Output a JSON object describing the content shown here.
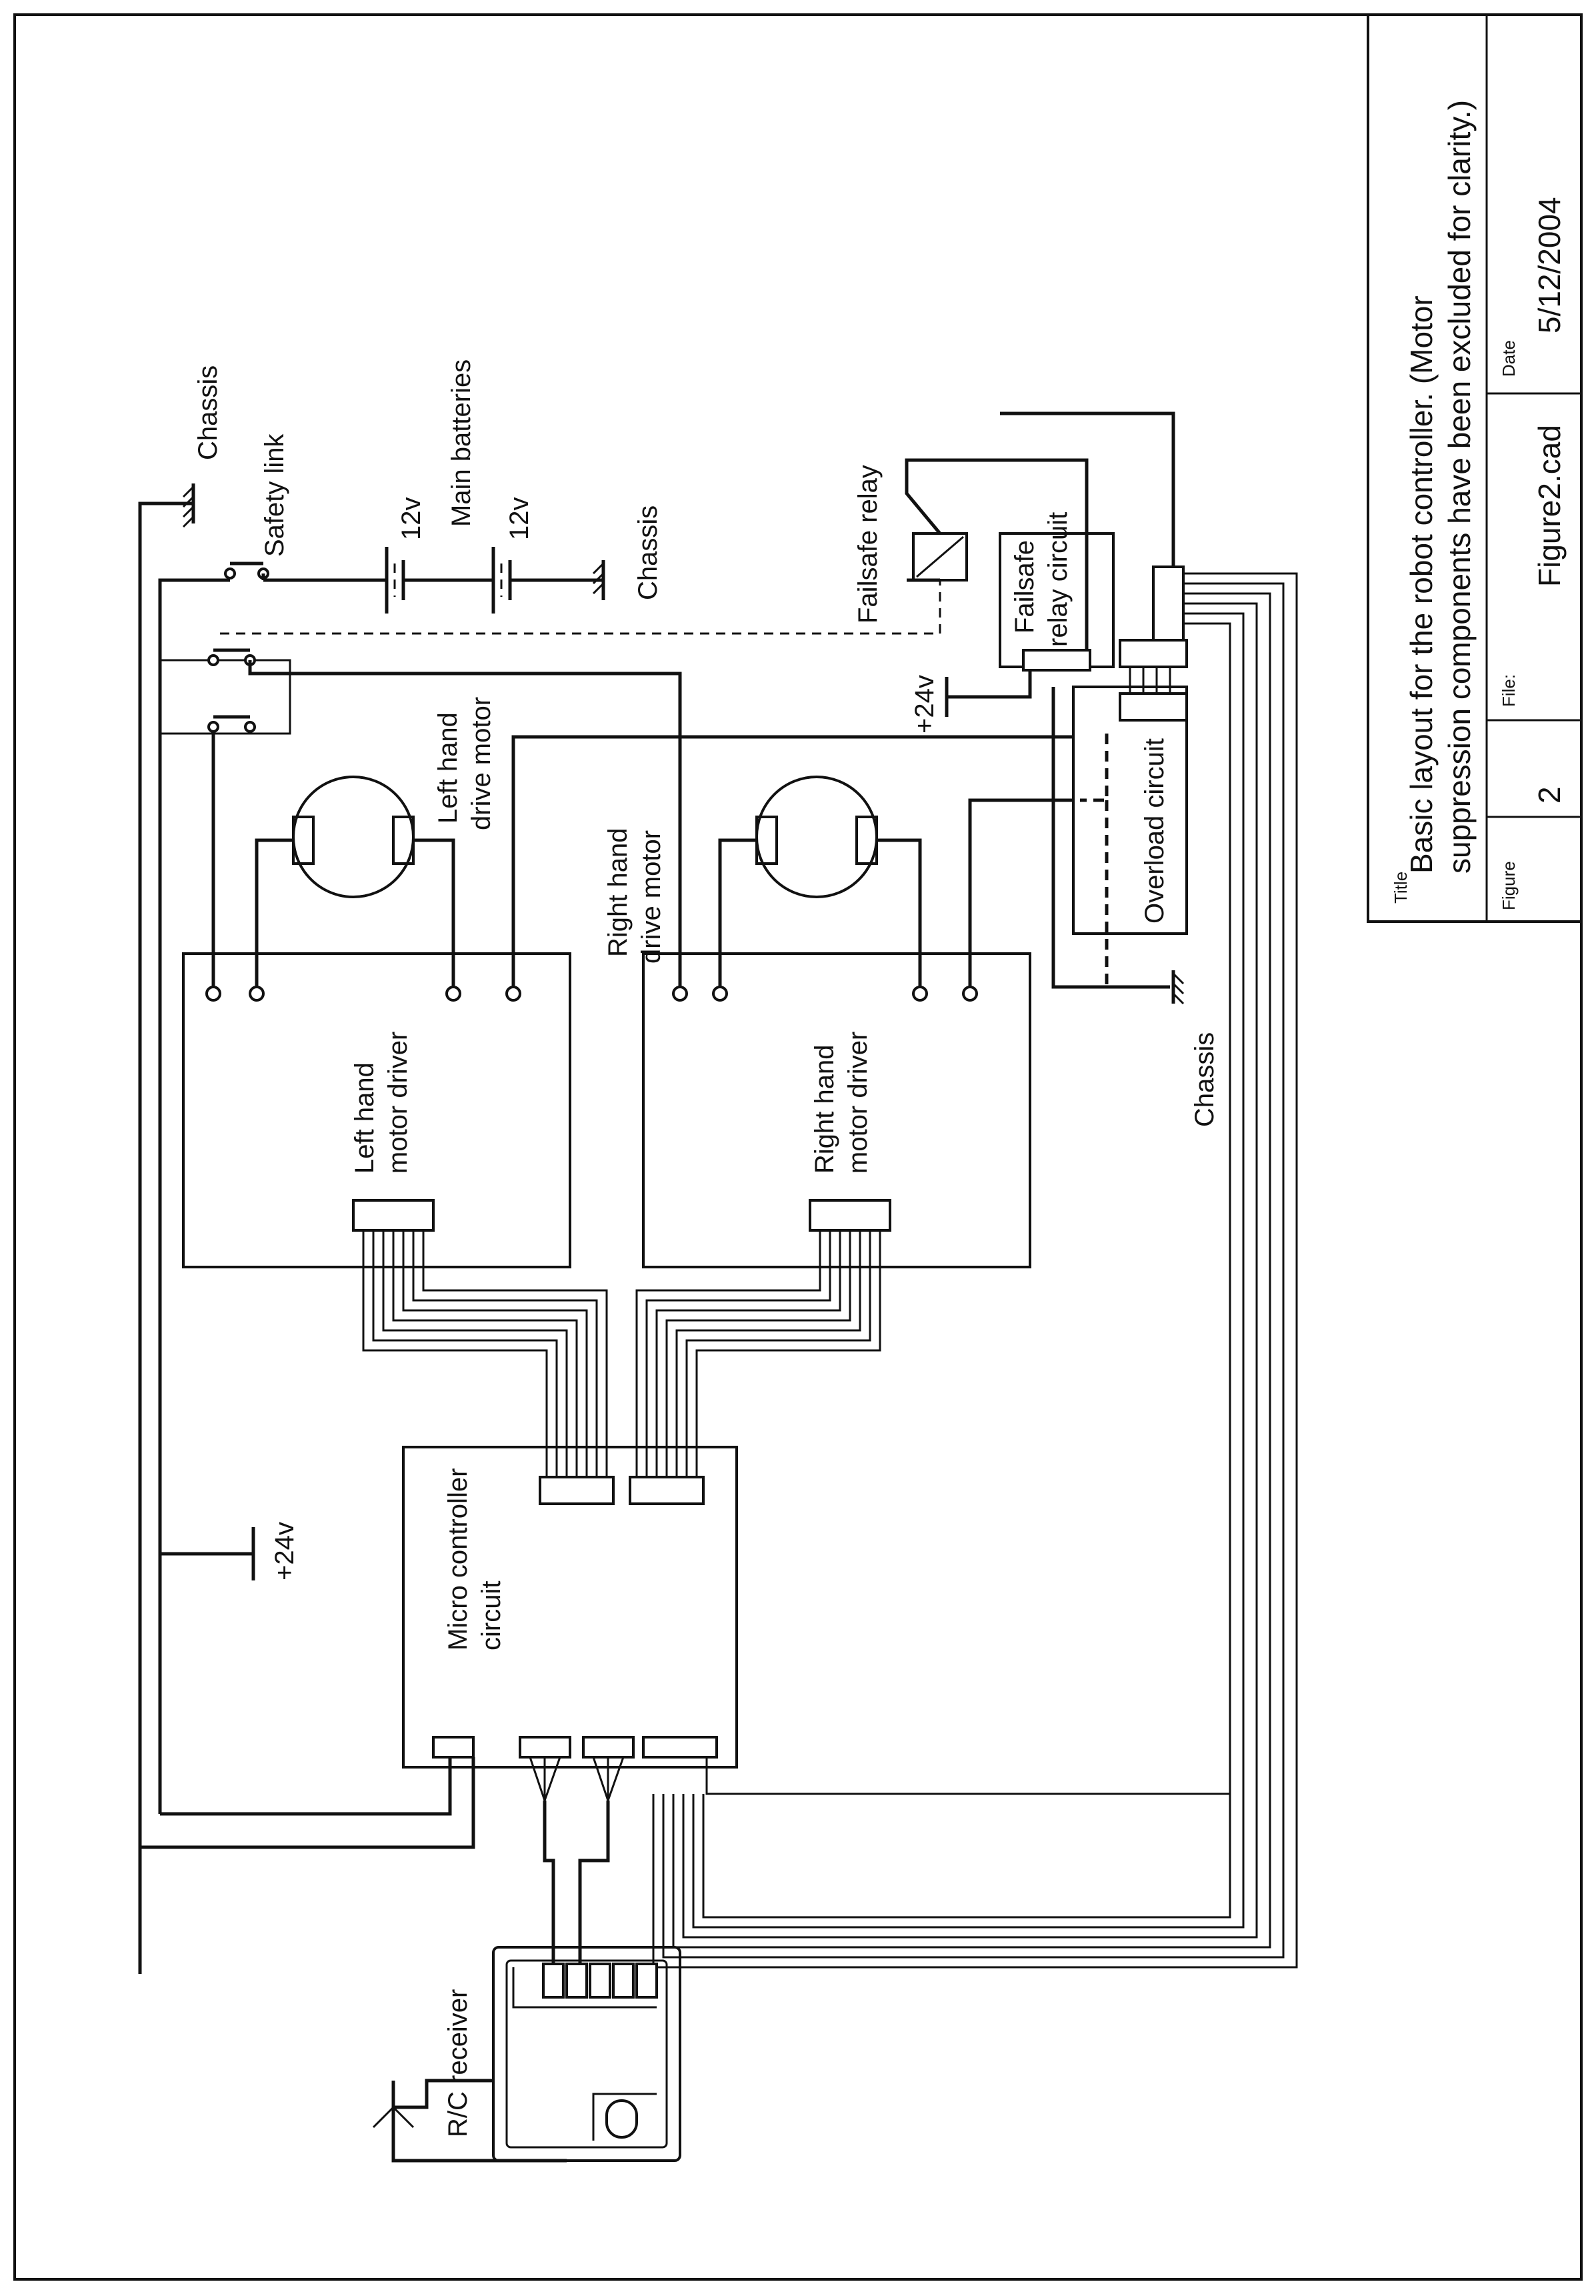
{
  "labels": {
    "chassis_top": "Chassis",
    "safety_link": "Safety link",
    "battery_1": "12v",
    "battery_2": "12v",
    "main_batteries": "Main batteries",
    "chassis_battery": "Chassis",
    "failsafe_relay": "Failsafe relay",
    "failsafe_circuit_line1": "Failsafe",
    "failsafe_circuit_line2": "relay circuit",
    "plus24_top": "+24v",
    "left_motor_line1": "Left hand",
    "left_motor_line2": "drive motor",
    "right_motor_line1": "Right hand",
    "right_motor_line2": "drive motor",
    "overload_circuit": "Overload circuit",
    "chassis_overload": "Chassis",
    "left_driver_line1": "Left hand",
    "left_driver_line2": "motor driver",
    "right_driver_line1": "Right hand",
    "right_driver_line2": "motor driver",
    "plus24_left": "+24v",
    "micro_line1": "Micro controller",
    "micro_line2": "circuit",
    "rc_receiver": "R/C receiver"
  },
  "title_block": {
    "title_caption": "Title",
    "title_line1": "Basic layout for the robot controller. (Motor",
    "title_line2": "suppression components have been excluded for clarity.)",
    "figure_caption": "Figure",
    "figure_value": "2",
    "file_caption": "File:",
    "file_value": "Figure2.cad",
    "date_caption": "Date",
    "date_value": "5/12/2004"
  }
}
